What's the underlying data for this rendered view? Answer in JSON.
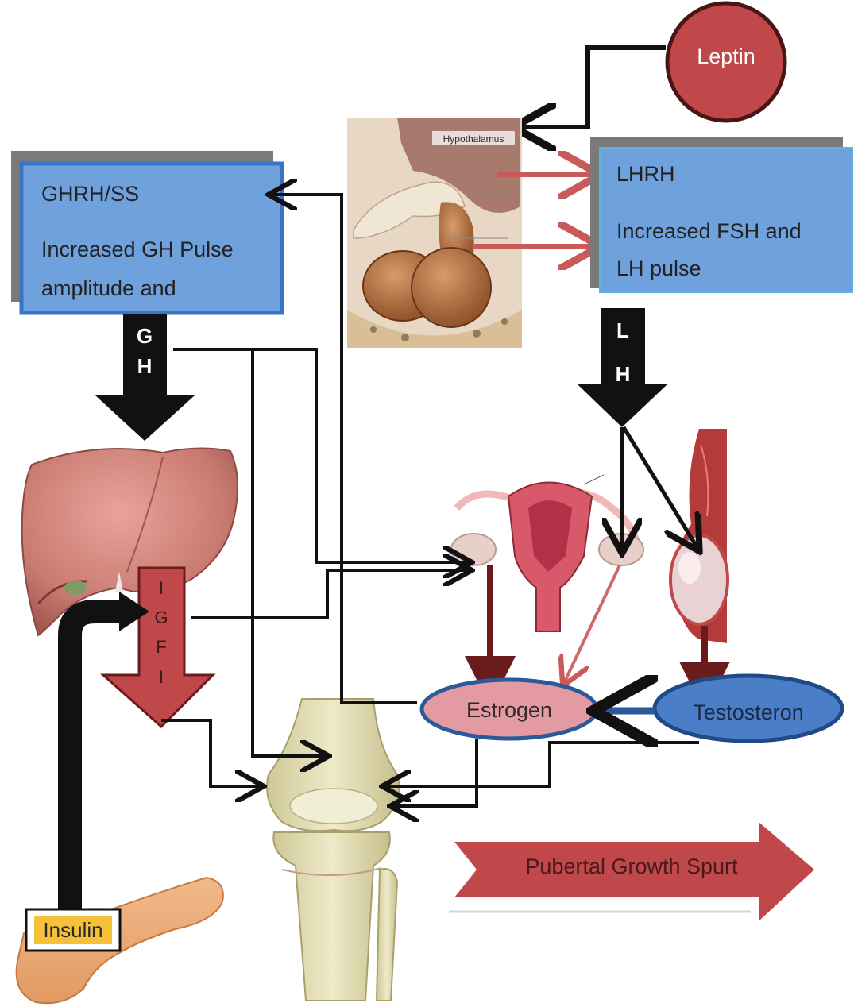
{
  "nodes": {
    "leptin": "Leptin",
    "hypothalamus_label": "Hypothalamus",
    "ghrh_box": {
      "line1": "GHRH/SS",
      "line2": "Increased GH Pulse",
      "line3": "amplitude and"
    },
    "lhrh_box": {
      "line1": "LHRH",
      "line2": "Increased FSH and",
      "line3": "LH pulse"
    },
    "gh_arrow": [
      "G",
      "H"
    ],
    "lh_arrow": [
      "L",
      "H"
    ],
    "igf_arrow": [
      "I",
      "G",
      "F",
      "I"
    ],
    "estrogen": "Estrogen",
    "testosteron": "Testosteron",
    "insulin": "Insulin",
    "pubertal": "Pubertal Growth Spurt"
  },
  "colors": {
    "box_blue": "#6fa2dc",
    "box_border": "#3a74c4",
    "dark_red": "#b53a3a",
    "leptin_fill": "#c0484a",
    "estrogen_fill": "#e39aa0",
    "testosteron_fill": "#4a7fc8",
    "ellipse_border": "#2b5a9a",
    "insulin_bg": "#f5c03a"
  }
}
